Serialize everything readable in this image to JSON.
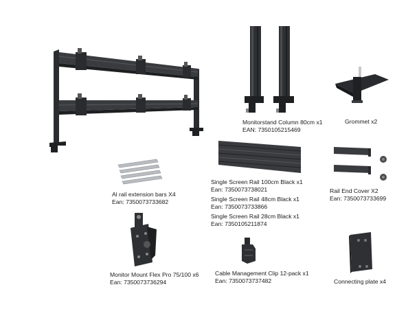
{
  "parts": {
    "monitorstand_column": {
      "name": "Monitorstand Column 80cm x1",
      "code": "EAN: 7350105215469"
    },
    "grommet": {
      "name": "Grommet x2"
    },
    "al_rail_extension": {
      "name": "Al rail extension bars X4",
      "code": "Ean: 7350073733682"
    },
    "rail_100": {
      "name": "Single Screen Rail 100cm Black x1",
      "code": "Ean: 7350073738021"
    },
    "rail_48": {
      "name": "Single Screen Rail 48cm Black x1",
      "code": "Ean: 7350073733866"
    },
    "rail_28": {
      "name": "Single Screen Rail 28cm Black x1",
      "code": "Ean: 7350105211874"
    },
    "rail_end_cover": {
      "name": "Rail End Cover X2",
      "code": "Ean: 7350073733699"
    },
    "monitor_mount": {
      "name": "Monitor Mount Flex Pro 75/100 x6",
      "code": "Ean: 7350073736294"
    },
    "cable_clip": {
      "name": "Cable Management Clip 12-pack x1",
      "code": "Ean: 7350073737482"
    },
    "connecting_plate": {
      "name": "Connecting plate x4"
    }
  },
  "icons": {
    "assembled_stand": "assembled-stand-icon",
    "column": "monitorstand-column-icon",
    "grommet": "grommet-icon",
    "extension_bars": "extension-bars-icon",
    "rail": "screen-rail-icon",
    "end_cover": "rail-end-cover-icon",
    "mount": "monitor-mount-icon",
    "clip": "cable-clip-icon",
    "plate": "connecting-plate-icon"
  },
  "colors": {
    "product": "#2f3033",
    "product_dark": "#1c1d1f",
    "product_light": "#5a5c60",
    "aluminium": "#b9bcc0"
  }
}
